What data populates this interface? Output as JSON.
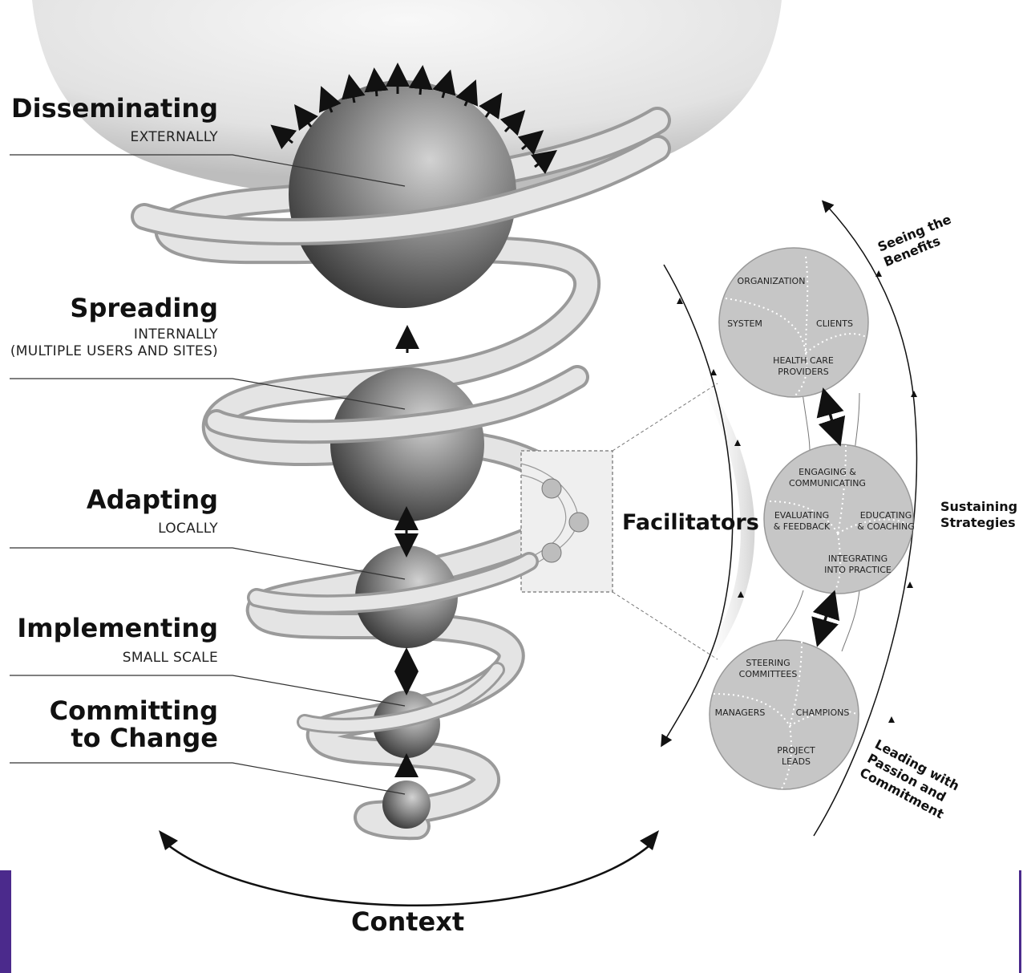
{
  "stages": [
    {
      "title": "Disseminating",
      "subtitle": "EXTERNALLY"
    },
    {
      "title": "Spreading",
      "subtitle": "INTERNALLY\n(MULTIPLE USERS AND SITES)"
    },
    {
      "title": "Adapting",
      "subtitle": "LOCALLY"
    },
    {
      "title": "Implementing",
      "subtitle": "SMALL SCALE"
    },
    {
      "title": "Committing\nto Change",
      "subtitle": ""
    }
  ],
  "facilitators_label": "Facilitators",
  "context_label": "Context",
  "circles": {
    "top": {
      "organization": "ORGANIZATION",
      "system": "SYSTEM",
      "clients": "CLIENTS",
      "providers": "HEALTH CARE\nPROVIDERS"
    },
    "middle": {
      "engaging": "ENGAGING &\nCOMMUNICATING",
      "evaluating": "EVALUATING\n& FEEDBACK",
      "educating": "EDUCATING\n& COACHING",
      "integrating": "INTEGRATING\nINTO PRACTICE"
    },
    "bottom": {
      "steering": "STEERING\nCOMMITTEES",
      "managers": "MANAGERS",
      "champions": "CHAMPIONS",
      "project_leads": "PROJECT\nLEADS"
    }
  },
  "side_labels": {
    "seeing": "Seeing the\nBenefits",
    "sustaining": "Sustaining\nStrategies",
    "leading": "Leading with\nPassion and\nCommitment"
  },
  "colors": {
    "sphere_dark": "#3a3a3a",
    "sphere_light": "#c8c8c8",
    "circle_fill": "#c6c6c6",
    "spiral": "#dcdcdc",
    "edge_accent": "#4b2a8c"
  }
}
